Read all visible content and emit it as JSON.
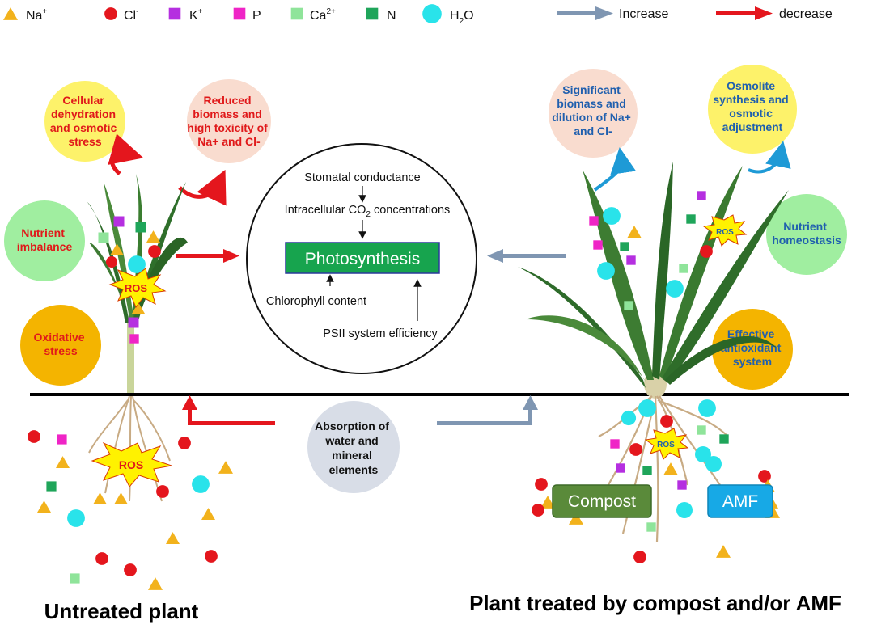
{
  "legend": {
    "na": "Na",
    "na_sup": "+",
    "cl": "Cl",
    "cl_sup": "-",
    "k": "K",
    "k_sup": "+",
    "p": "P",
    "ca": "Ca",
    "ca_sup": "2+",
    "n": "N",
    "h2o_a": "H",
    "h2o_sub": "2",
    "h2o_b": "O",
    "increase": "Increase",
    "decrease": "decrease"
  },
  "left": {
    "effect1": [
      "Cellular",
      "dehydration",
      "and osmotic",
      "stress"
    ],
    "effect2": [
      "Reduced",
      "biomass and",
      "high toxicity of",
      "Na+ and Cl-"
    ],
    "effect3": [
      "Nutrient",
      "imbalance"
    ],
    "effect4": [
      "Oxidative",
      "stress"
    ],
    "ros": "ROS",
    "title": "Untreated plant"
  },
  "right": {
    "effect1": [
      "Significant",
      "biomass and",
      "dilution of Na+",
      "and Cl-"
    ],
    "effect2": [
      "Osmolite",
      "synthesis and",
      "osmotic",
      "adjustment"
    ],
    "effect3": [
      "Nutrient",
      "homeostasis"
    ],
    "effect4": [
      "Effective",
      "antioxidant",
      "system"
    ],
    "ros": "ROS",
    "compost": "Compost",
    "amf": "AMF",
    "title": "Plant treated by compost and/or AMF"
  },
  "center": {
    "stomatal": "Stomatal conductance",
    "intracellular_a": "Intracellular CO",
    "intracellular_sub": "2",
    "intracellular_b": " concentrations",
    "photosynthesis": "Photosynthesis",
    "chlorophyll": "Chlorophyll content",
    "psii": "PSII system efficiency",
    "absorption": [
      "Absorption of",
      "water and",
      "mineral",
      "elements"
    ]
  },
  "colors": {
    "na": "#f2b21c",
    "cl": "#e4161d",
    "k": "#b52fe0",
    "p": "#ef24c6",
    "ca": "#8fe49a",
    "n": "#1fa55a",
    "h2o": "#29e3ea",
    "increase_arrow": "#7f96b2",
    "decrease_arrow": "#e4161d",
    "photosynthesis_box": "#17a44e"
  }
}
